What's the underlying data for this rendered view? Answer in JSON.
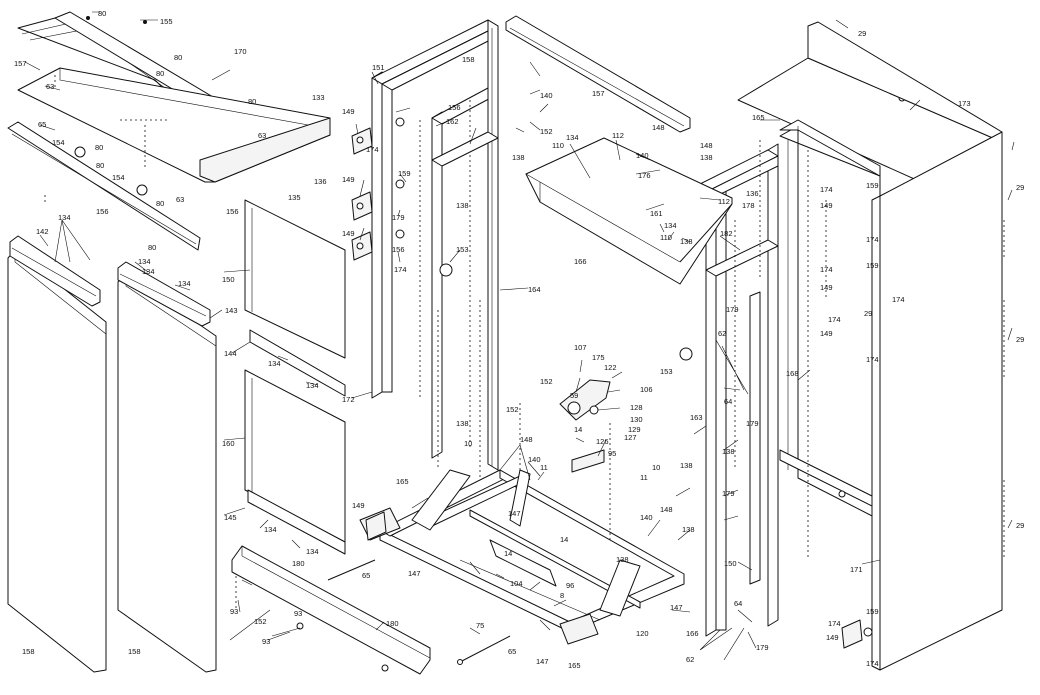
{
  "callouts": [
    "80",
    "155",
    "157",
    "170",
    "63",
    "80",
    "80",
    "80",
    "65",
    "154",
    "80",
    "154",
    "80",
    "80",
    "63",
    "156",
    "133",
    "63",
    "136",
    "135",
    "156",
    "134",
    "142",
    "134",
    "134",
    "80",
    "134",
    "143",
    "150",
    "144",
    "134",
    "134",
    "160",
    "145",
    "134",
    "134",
    "180",
    "93",
    "93",
    "152",
    "180",
    "93",
    "158",
    "158",
    "151",
    "158",
    "156",
    "149",
    "174",
    "162",
    "159",
    "149",
    "179",
    "156",
    "149",
    "174",
    "138",
    "153",
    "164",
    "172",
    "138",
    "10",
    "165",
    "149",
    "65",
    "147",
    "14",
    "14",
    "104",
    "96",
    "148",
    "140",
    "11",
    "147",
    "8",
    "75",
    "65",
    "147",
    "165",
    "138",
    "152",
    "152",
    "107",
    "59",
    "175",
    "122",
    "106",
    "128",
    "130",
    "126",
    "129",
    "127",
    "14",
    "95",
    "157",
    "140",
    "152",
    "138",
    "134",
    "110",
    "112",
    "140",
    "148",
    "138",
    "148",
    "176",
    "161",
    "134",
    "110",
    "166",
    "136",
    "178",
    "112",
    "182",
    "138",
    "153",
    "163",
    "179",
    "138",
    "11",
    "10",
    "138",
    "179",
    "140",
    "148",
    "138",
    "150",
    "147",
    "120",
    "166",
    "64",
    "62",
    "179",
    "168",
    "62",
    "64",
    "179",
    "29",
    "173",
    "165",
    "174",
    "159",
    "149",
    "174",
    "174",
    "174",
    "159",
    "149",
    "174",
    "149",
    "174",
    "29",
    "171",
    "29",
    "174",
    "159",
    "149",
    "174",
    "29",
    "29"
  ]
}
